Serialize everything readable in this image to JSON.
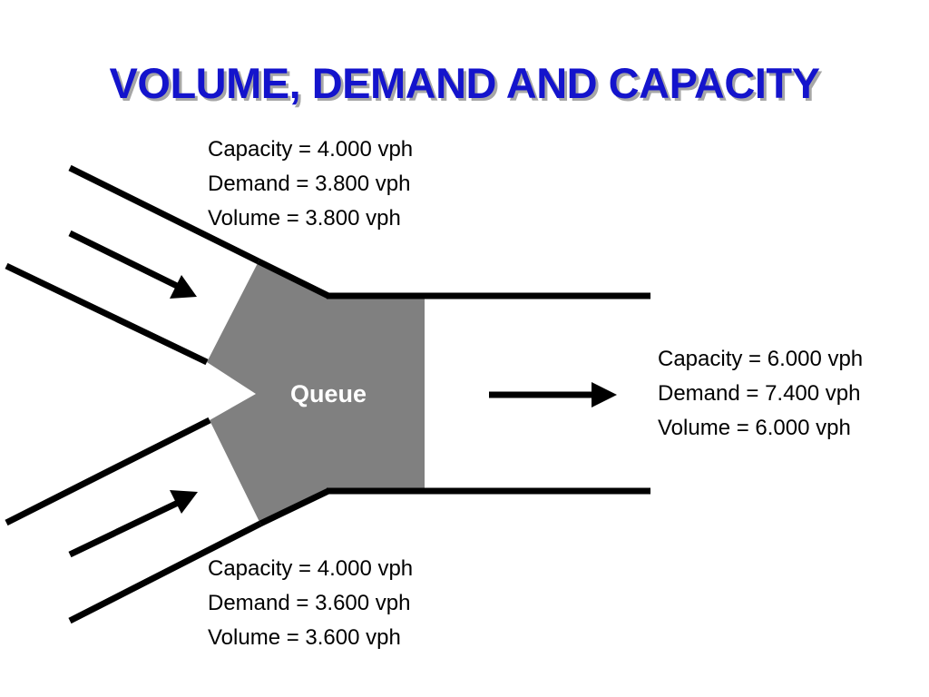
{
  "title": "VOLUME, DEMAND AND CAPACITY",
  "queue_label": "Queue",
  "colors": {
    "title": "#1414cc",
    "title_shadow": "#a6a6a6",
    "queue_fill": "#808080",
    "lines": "#000000"
  },
  "approaches": {
    "top": {
      "capacity": "Capacity = 4.000 vph",
      "demand": "Demand = 3.800 vph",
      "volume": "Volume = 3.800 vph"
    },
    "bottom": {
      "capacity": "Capacity = 4.000 vph",
      "demand": "Demand = 3.600 vph",
      "volume": "Volume = 3.600 vph"
    },
    "downstream": {
      "capacity": "Capacity = 6.000 vph",
      "demand": "Demand = 7.400 vph",
      "volume": "Volume = 6.000 vph"
    }
  }
}
